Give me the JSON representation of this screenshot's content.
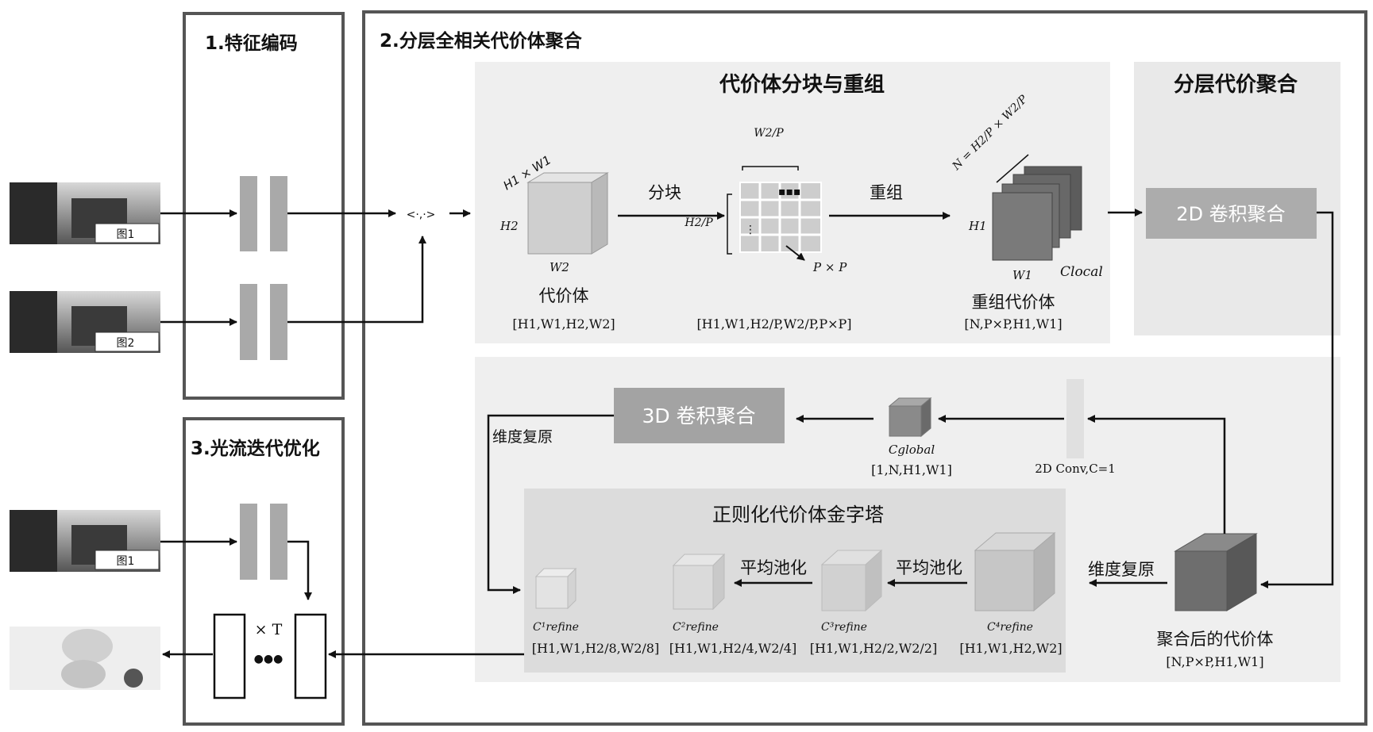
{
  "sections": {
    "feature_encoding": "1.特征编码",
    "aggregation": "2.分层全相关代价体聚合",
    "refinement": "3.光流迭代优化"
  },
  "inputs": {
    "img1": "图1",
    "img2": "图2",
    "img1_refine": "图1"
  },
  "corr_op": "<·,·>",
  "split_panel": {
    "title": "代价体分块与重组",
    "cost_volume_label": "代价体",
    "cost_volume_shape": "[H1,W1,H2,W2]",
    "dim_h1w1": "H1 × W1",
    "dim_h2": "H2",
    "dim_w2": "W2",
    "split_arrow": "分块",
    "w2_over_p": "W2/P",
    "h2_over_p": "H2/P",
    "pxp": "P × P",
    "split_shape": "[H1,W1,H2/P,W2/P,P×P]",
    "regroup_arrow": "重组",
    "n_formula": "N = H2/P × W2/P",
    "h1": "H1",
    "w1": "W1",
    "c_local": "Clocal",
    "regrouped_label": "重组代价体",
    "regrouped_shape": "[N,P×P,H1,W1]"
  },
  "hier_panel": {
    "title": "分层代价聚合",
    "conv2d_box": "2D 卷积聚合"
  },
  "bottom_panel": {
    "conv3d_box": "3D 卷积聚合",
    "restore_left": "维度复原",
    "c_global": "Cglobal",
    "c_global_shape": "[1,N,H1,W1]",
    "conv_c1": "2D Conv,C=1",
    "pyramid_title": "正则化代价体金字塔",
    "avg_pool_1": "平均池化",
    "avg_pool_2": "平均池化",
    "restore_right": "维度复原",
    "refine_labels": [
      "C¹refine",
      "C²refine",
      "C³refine",
      "C⁴refine"
    ],
    "refine_shapes": [
      "[H1,W1,H2/8,W2/8]",
      "[H1,W1,H2/4,W2/4]",
      "[H1,W1,H2/2,W2/2]",
      "[H1,W1,H2,W2]"
    ],
    "aggregated_label": "聚合后的代价体",
    "aggregated_shape": "[N,P×P,H1,W1]"
  },
  "refinement": {
    "times_t": "× T",
    "ellipsis": "●●●"
  },
  "colors": {
    "outline": "#555555",
    "panel_light": "#f0f0f0",
    "panel_mid": "#e4e4e4",
    "box_gray": "#a8a8a8",
    "cube_light": "#cfcfcf",
    "cube_dark": "#6a6a6a"
  }
}
